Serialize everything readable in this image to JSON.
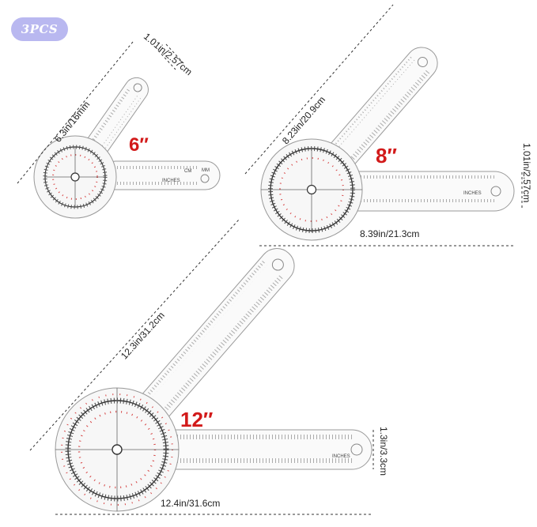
{
  "badge": {
    "label": "3PCS",
    "color": "#b9b8f0"
  },
  "sizes": {
    "six": "6″",
    "eight": "8″",
    "twelve": "12″",
    "color": "#d21a1a"
  },
  "dims": {
    "small_arm_length": "6.3in/16mm",
    "small_width": "1.01in/2.57cm",
    "mid_arm_length": "8.23in/20.9cm",
    "mid_width": "1.01in/2.57cm",
    "mid_total": "8.39in/21.3cm",
    "large_arm_length": "12.3in/31.2cm",
    "large_width": "1.3in/3.3cm",
    "large_total": "12.4in/31.6cm"
  },
  "ruler_labels": {
    "inches": "INCHES",
    "cm": "CM",
    "mm": "MM"
  }
}
